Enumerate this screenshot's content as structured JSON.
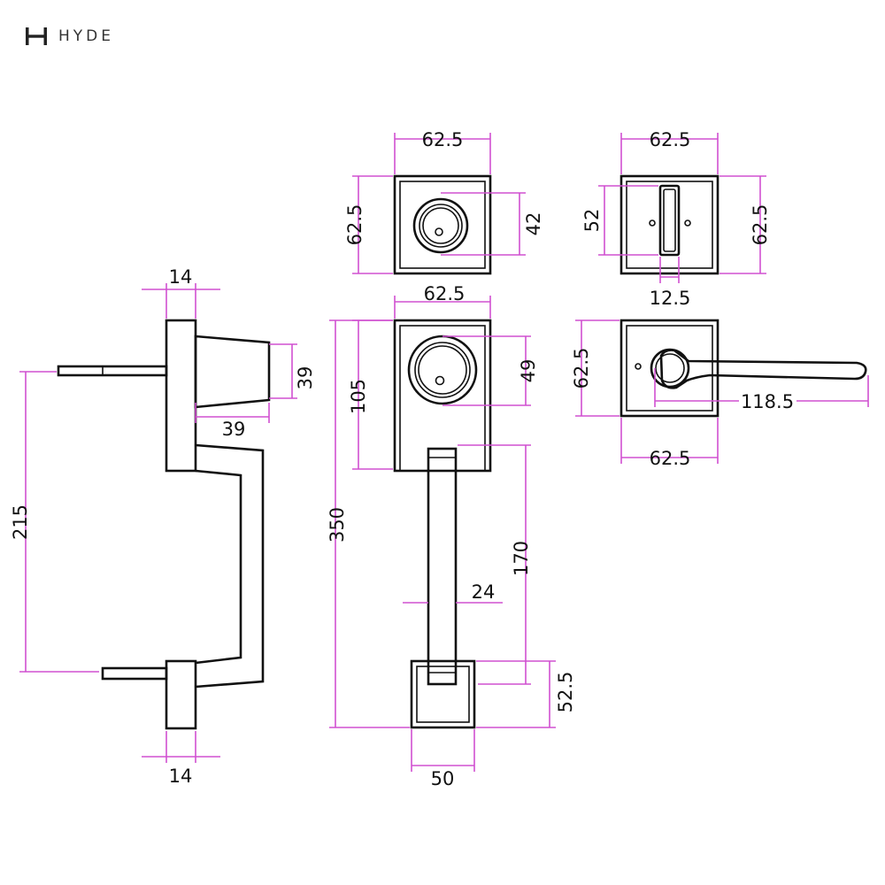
{
  "brand": {
    "name": "HYDE",
    "logo_icon": "hyde-h-logo-icon",
    "text_color": "#333333"
  },
  "colors": {
    "outline": "#111111",
    "dimension": "#d050d0",
    "background": "#ffffff"
  },
  "dimensions": {
    "side_plate_top_width": "14",
    "side_plate_bottom_width": "14",
    "side_cone_height": "39",
    "side_cone_length": "39",
    "side_handle_span": "215",
    "deadbolt_width": "62.5",
    "deadbolt_height": "62.5",
    "deadbolt_cylinder": "42",
    "turn_width": "62.5",
    "turn_height": "62.5",
    "turn_thumb_height": "52",
    "turn_thumb_width": "12.5",
    "front_plate_width": "62.5",
    "front_overall_height": "350",
    "front_top_plate_height": "105",
    "front_cylinder": "49",
    "front_grip_length": "170",
    "front_grip_width": "24",
    "front_bottom_height": "52.5",
    "front_bottom_width": "50",
    "lever_rose_height": "62.5",
    "lever_rose_width": "62.5",
    "lever_length": "118.5"
  }
}
